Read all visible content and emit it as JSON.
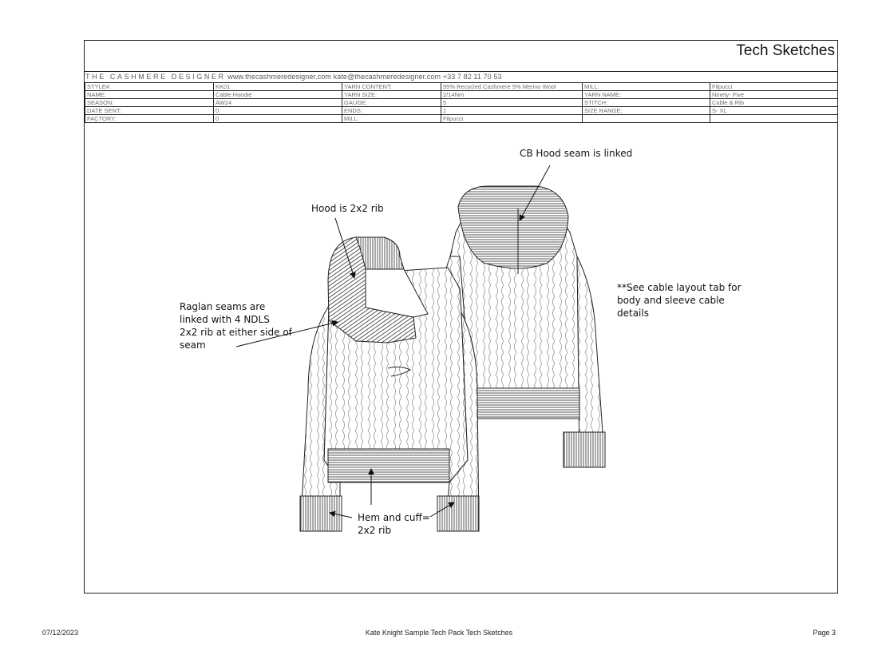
{
  "document": {
    "title": "Tech Sketches"
  },
  "brand": {
    "name": "THE CASHMERE DESIGNER",
    "website": "www.thecashmeredesigner.com",
    "email": "kate@thecashmeredesigner.com",
    "phone": "+33 7 82 11 70 53"
  },
  "spec_rows": [
    [
      "STYLE#:",
      "KK01",
      "YARN CONTENT:",
      "95% Recycled Cashmere 5% Merino Wool",
      "MILL:",
      "Filpucci"
    ],
    [
      "NAME:",
      "Cable Hoodie",
      "YARN SIZE:",
      "2/14Nm",
      "YARN NAME:",
      "Ninety- Five"
    ],
    [
      "SEASON:",
      "AW24",
      "GAUGE:",
      "5",
      "STITCH:",
      "Cable & Rib"
    ],
    [
      "DATE SENT:",
      "0",
      "ENDS:",
      "1",
      "SIZE RANGE:",
      "S- XL"
    ],
    [
      "FACTORY:",
      "0",
      "MILL:",
      "Filpucci",
      "",
      ""
    ]
  ],
  "annotations": {
    "cb_hood": "CB Hood seam is linked",
    "hood_rib": "Hood is 2x2 rib",
    "raglan": [
      "Raglan seams are",
      "linked with 4 NDLS",
      "2x2 rib at either side of",
      "seam"
    ],
    "cable_note": [
      "**See cable layout tab for",
      "body and sleeve cable",
      "details"
    ],
    "hem_cuff": [
      "Hem and cuff=",
      "2x2 rib"
    ]
  },
  "footer": {
    "date": "07/12/2023",
    "doc_title": "Kate Knight Sample Tech Pack Tech Sketches",
    "page": "Page 3"
  }
}
